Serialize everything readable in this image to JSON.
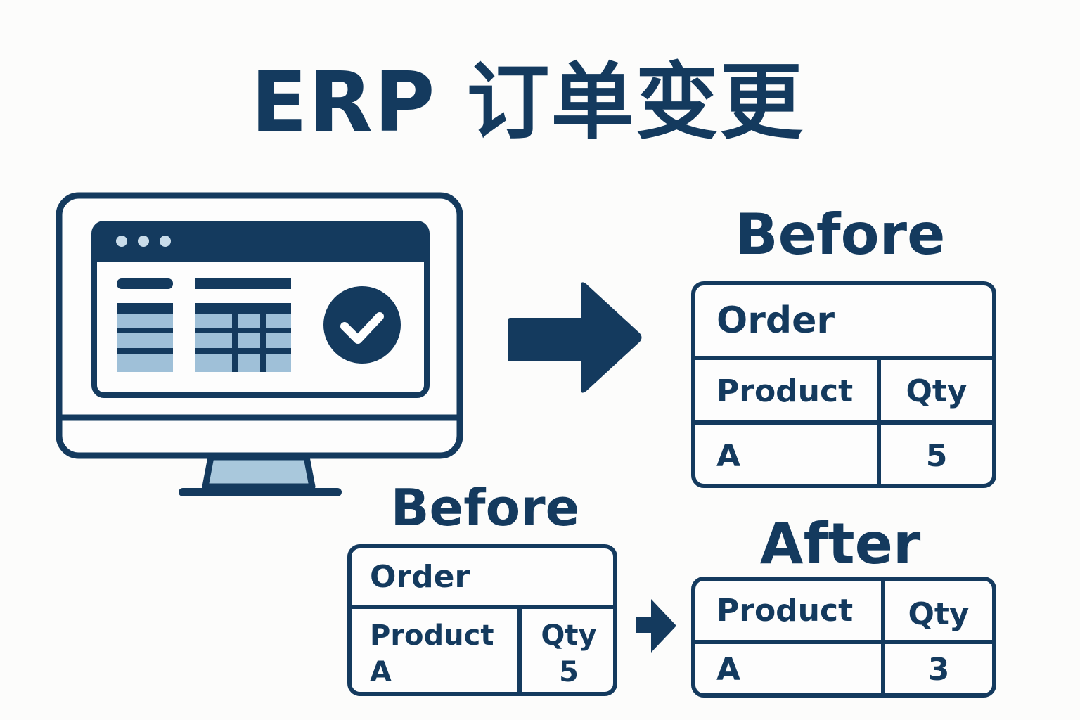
{
  "title": "ERP 订单变更",
  "monitor": {
    "window_dots": 3,
    "status_icon": "check-circle-icon"
  },
  "big_arrow_icon": "arrow-right-icon",
  "small_arrow_icon": "arrow-right-icon",
  "top_right": {
    "heading": "Before",
    "table": {
      "caption": "Order",
      "headers": [
        "Product",
        "Qty"
      ],
      "rows": [
        [
          "A",
          "5"
        ]
      ]
    }
  },
  "bottom_left": {
    "heading": "Before",
    "table": {
      "caption": "Order",
      "headers": [
        "Product",
        "Qty"
      ],
      "rows": [
        [
          "A",
          "5"
        ]
      ]
    }
  },
  "bottom_right": {
    "heading": "After",
    "table": {
      "headers": [
        "Product",
        "Qty"
      ],
      "rows": [
        [
          "A",
          "3"
        ]
      ]
    }
  },
  "colors": {
    "primary": "#143a5e",
    "light_fill": "#9fc0d8",
    "background": "#fcfcfb"
  }
}
